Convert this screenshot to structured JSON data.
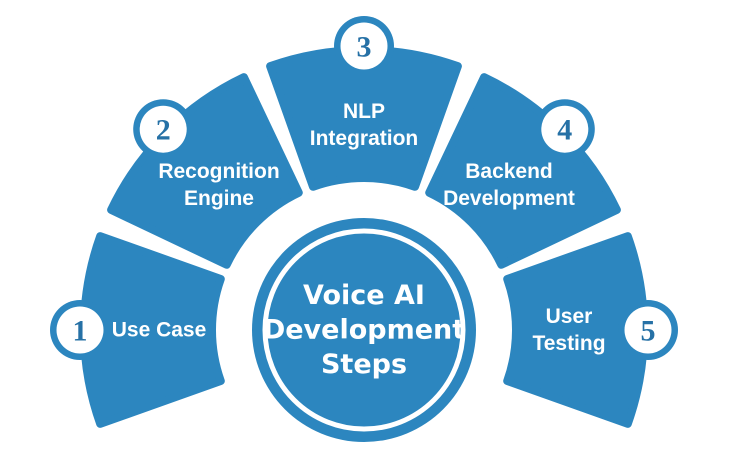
{
  "diagram": {
    "title_lines": [
      "Voice AI",
      "Development",
      "Steps"
    ],
    "colors": {
      "primary_blue": "#2C86BF",
      "number_blue": "#2671A6",
      "text_on_blue": "#FFFFFF",
      "background": "#FFFFFF"
    },
    "segments": [
      {
        "number": "1",
        "label_lines": [
          "Use Case"
        ]
      },
      {
        "number": "2",
        "label_lines": [
          "Recognition",
          "Engine"
        ]
      },
      {
        "number": "3",
        "label_lines": [
          "NLP",
          "Integration"
        ]
      },
      {
        "number": "4",
        "label_lines": [
          "Backend",
          "Development"
        ]
      },
      {
        "number": "5",
        "label_lines": [
          "User",
          "Testing"
        ]
      }
    ]
  }
}
